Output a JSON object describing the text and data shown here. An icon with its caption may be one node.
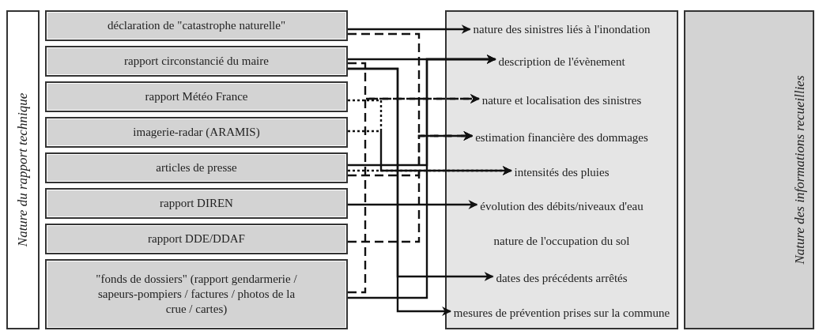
{
  "diagram": {
    "nodes": [
      {
        "text": [
          "Nature du rapport technique"
        ]
      },
      {
        "text": [
          "déclaration de \"catastrophe naturelle\""
        ]
      },
      {
        "text": [
          "rapport circonstancié du maire"
        ]
      },
      {
        "text": [
          "rapport Météo France"
        ]
      },
      {
        "text": [
          "imagerie-radar (ARAMIS)"
        ]
      },
      {
        "text": [
          "articles de presse"
        ]
      },
      {
        "text": [
          "rapport DIREN"
        ]
      },
      {
        "text": [
          "rapport DDE/DDAF"
        ]
      },
      {
        "text": [
          "\"fonds de dossiers\" (rapport gendarmerie / sapeurs-pompiers / factures / photos de la crue / cartes)"
        ]
      },
      {
        "text": [],
        "shape": "box"
      },
      {
        "text": [
          "nature des sinistres liés à l'inondation"
        ],
        "in": 9
      },
      {
        "text": [
          "description de l'évènement"
        ],
        "in": 9
      },
      {
        "text": [
          "nature et localisation des sinistres"
        ],
        "in": 9
      },
      {
        "text": [
          "estimation financière des dommages"
        ],
        "in": 9
      },
      {
        "text": [
          "intensités des pluies"
        ],
        "in": 9
      },
      {
        "text": [
          "évolution des débits/niveaux d'eau"
        ],
        "in": 9
      },
      {
        "text": [
          "nature de l'occupation du sol"
        ],
        "in": 9
      },
      {
        "text": [
          "dates des précédents arrêtés"
        ],
        "in": 9
      },
      {
        "text": [
          "mesures de prévention prises sur la commune"
        ],
        "in": 9
      },
      {
        "text": [
          "Nature des informations recueillies"
        ]
      }
    ],
    "edges": [
      {
        "from": 1,
        "to": 10,
        "arrow": "to"
      },
      {
        "from": 1,
        "to": 13,
        "arrow": "to",
        "style": "dashed"
      },
      {
        "from": 5,
        "to": 13,
        "arrow": "to",
        "style": "dashed"
      },
      {
        "from": 7,
        "to": 13,
        "arrow": "to",
        "style": "dashed"
      },
      {
        "from": 2,
        "to": 12,
        "arrow": "to",
        "style": "dashed"
      },
      {
        "from": 8,
        "to": 12,
        "arrow": "to",
        "style": "dashed"
      },
      {
        "from": 3,
        "to": 14,
        "arrow": "to",
        "style": "dashed"
      },
      {
        "from": 4,
        "to": 14,
        "arrow": "to",
        "style": "dashed"
      },
      {
        "from": 5,
        "to": 14,
        "arrow": "to",
        "style": "dashed"
      },
      {
        "from": 2,
        "to": 11,
        "arrow": "to"
      },
      {
        "from": 5,
        "to": 11,
        "arrow": "to"
      },
      {
        "from": 8,
        "to": 11,
        "arrow": "to"
      },
      {
        "from": 2,
        "to": 17,
        "arrow": "to"
      },
      {
        "from": 2,
        "to": 18,
        "arrow": "to"
      },
      {
        "from": 6,
        "to": 15,
        "arrow": "to"
      }
    ]
  }
}
